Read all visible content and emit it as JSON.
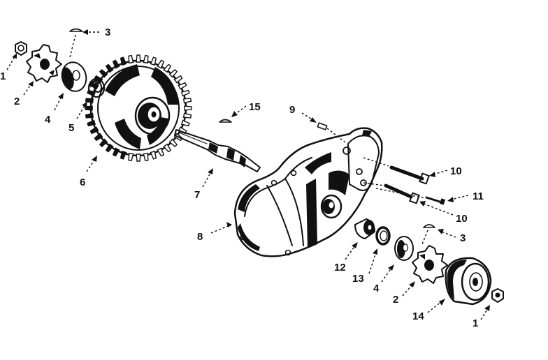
{
  "diagram": {
    "labels": {
      "l1_left": "1",
      "l2_left": "2",
      "l3_top": "3",
      "l4_left": "4",
      "l5": "5",
      "l6": "6",
      "l15": "15",
      "l7": "7",
      "l9": "9",
      "l10_upper": "10",
      "l11": "11",
      "l10_lower": "10",
      "l8": "8",
      "l3_right": "3",
      "l12": "12",
      "l13": "13",
      "l4_right": "4",
      "l2_right": "2",
      "l14": "14",
      "l1_right": "1"
    }
  }
}
